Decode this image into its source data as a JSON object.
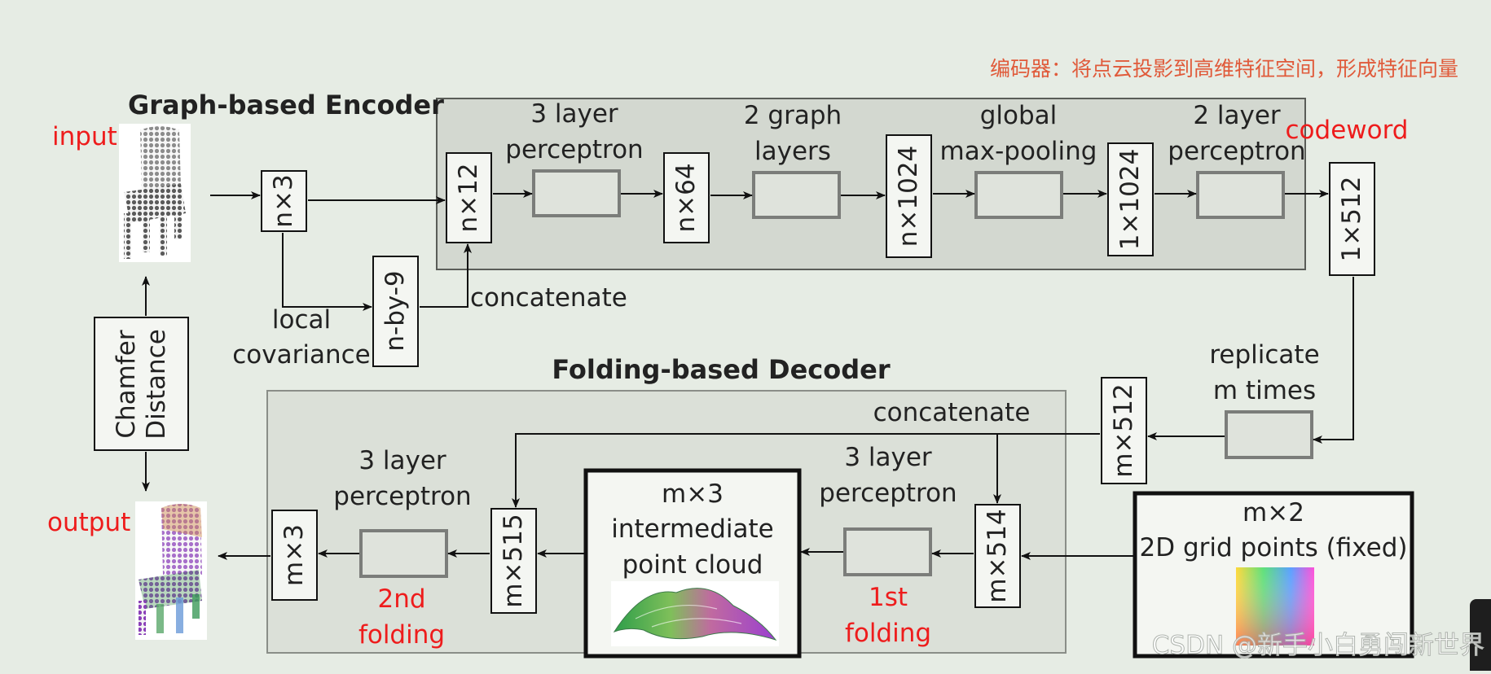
{
  "annotation_cn": "编码器：将点云投影到高维特征空间，形成特征向量",
  "watermark": "CSDN @新手小白勇闯新世界",
  "encoder": {
    "title": "Graph-based Encoder",
    "input_label": "input",
    "n3": "n×3",
    "n12": "n×12",
    "nby9": "n-by-9",
    "local_cov_1": "local",
    "local_cov_2": "covariance",
    "concat": "concatenate",
    "mlp1_l1": "3 layer",
    "mlp1_l2": "perceptron",
    "n64": "n×64",
    "graph_l1": "2 graph",
    "graph_l2": "layers",
    "n1024": "n×1024",
    "pool_l1": "global",
    "pool_l2": "max-pooling",
    "v1024": "1×1024",
    "mlp2_l1": "2 layer",
    "mlp2_l2": "perceptron",
    "codeword_label": "codeword",
    "codeword": "1×512"
  },
  "loss": {
    "l1": "Chamfer",
    "l2": "Distance"
  },
  "decoder": {
    "title": "Folding-based Decoder",
    "replicate_l1": "replicate",
    "replicate_l2": "m times",
    "m512": "m×512",
    "concat": "concatenate",
    "grid_l1": "m×2",
    "grid_l2": "2D grid points (fixed)",
    "m514": "m×514",
    "mlpA_l1": "3 layer",
    "mlpA_l2": "perceptron",
    "fold1_l1": "1st",
    "fold1_l2": "folding",
    "inter_l1": "m×3",
    "inter_l2": "intermediate",
    "inter_l3": "point cloud",
    "m515": "m×515",
    "mlpB_l1": "3 layer",
    "mlpB_l2": "perceptron",
    "fold2_l1": "2nd",
    "fold2_l2": "folding",
    "m3": "m×3",
    "output_label": "output"
  },
  "colors": {
    "accent_red": "#ee1c1c",
    "annotation": "#e05a3a",
    "background": "#e6ece4"
  },
  "icons": [
    "chair-point-cloud-input-icon",
    "chair-point-cloud-output-icon",
    "folded-surface-icon",
    "color-grid-icon"
  ]
}
